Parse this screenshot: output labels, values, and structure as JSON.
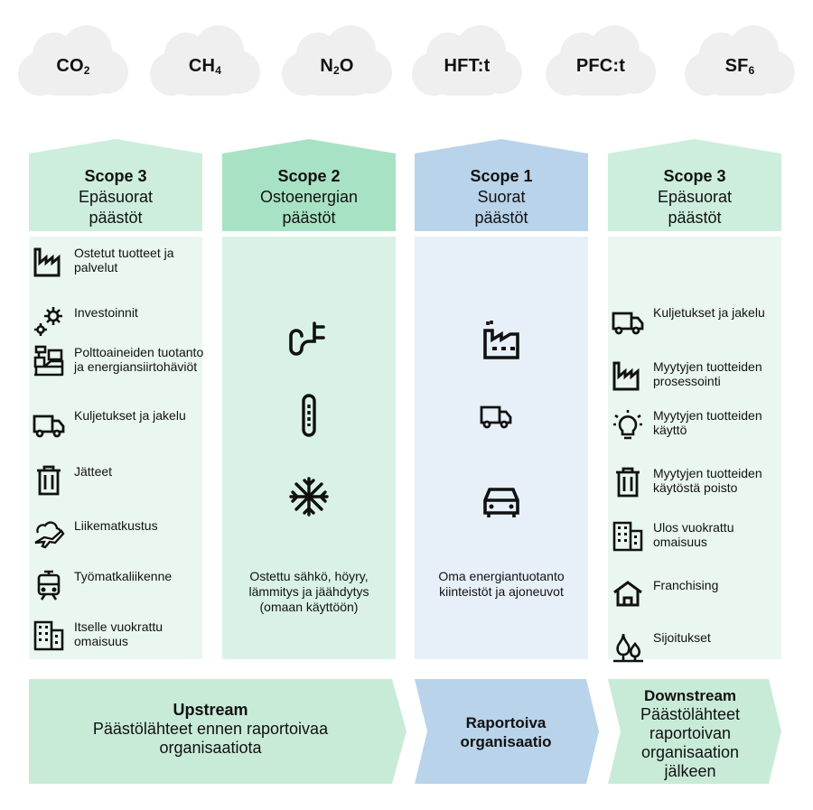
{
  "gases": [
    {
      "base": "CO",
      "sub": "2"
    },
    {
      "base": "CH",
      "sub": "4"
    },
    {
      "base": "N",
      "sub": "2",
      "tail": "O"
    },
    {
      "base": "HFT:t",
      "sub": ""
    },
    {
      "base": "PFC:t",
      "sub": ""
    },
    {
      "base": "SF",
      "sub": "6"
    }
  ],
  "columns": [
    {
      "scope": "Scope 3",
      "line1": "Epäsuorat",
      "line2": "päästöt",
      "head_color": "#cdeedd",
      "body_color": "#eaf7f0"
    },
    {
      "scope": "Scope 2",
      "line1": "Ostoenergian",
      "line2": "päästöt",
      "head_color": "#a8e2c4",
      "body_color": "#d9f2e5"
    },
    {
      "scope": "Scope 1",
      "line1": "Suorat",
      "line2": "päästöt",
      "head_color": "#b9d3ea",
      "body_color": "#e7f0f8"
    },
    {
      "scope": "Scope 3",
      "line1": "Epäsuorat",
      "line2": "päästöt",
      "head_color": "#cdeedd",
      "body_color": "#eaf7f0"
    }
  ],
  "upstream_items": [
    {
      "icon": "factory-icon",
      "label": "Ostetut tuotteet ja palvelut"
    },
    {
      "icon": "gears-icon",
      "label": "Investoinnit"
    },
    {
      "icon": "fuel-plant-icon",
      "label": "Polttoaineiden tuotanto ja energiansiirtohäviöt"
    },
    {
      "icon": "truck-icon",
      "label": "Kuljetukset ja jakelu"
    },
    {
      "icon": "trash-icon",
      "label": "Jätteet"
    },
    {
      "icon": "airplane-cloud-icon",
      "label": "Liikematkustus"
    },
    {
      "icon": "train-icon",
      "label": "Työmatkaliikenne"
    },
    {
      "icon": "building-icon",
      "label": "Itselle vuokrattu omaisuus"
    }
  ],
  "scope2": {
    "icons": [
      "plug-icon",
      "heater-icon",
      "snowflake-icon"
    ],
    "text": "Ostettu sähkö, höyry, lämmitys ja jäähdytys (omaan käyttöön)"
  },
  "scope1": {
    "icons": [
      "factory-smoke-icon",
      "truck-icon",
      "car-icon"
    ],
    "text": "Oma energiantuotanto kiinteistöt ja ajoneuvot"
  },
  "downstream_items": [
    {
      "icon": "truck-icon",
      "label": "Kuljetukset ja jakelu"
    },
    {
      "icon": "factory-icon",
      "label": "Myytyjen tuotteiden prosessointi"
    },
    {
      "icon": "lightbulb-icon",
      "label": "Myytyjen tuotteiden käyttö"
    },
    {
      "icon": "trash-icon",
      "label": "Myytyjen tuotteiden käytöstä poisto"
    },
    {
      "icon": "building-icon",
      "label": "Ulos vuokrattu omaisuus"
    },
    {
      "icon": "house-icon",
      "label": "Franchising"
    },
    {
      "icon": "trees-icon",
      "label": "Sijoitukset"
    }
  ],
  "flow": {
    "upstream": {
      "title": "Upstream",
      "text": "Päästölähteet ennen raportoivaa organisaatiota",
      "color": "#c8ebd8"
    },
    "reporting": {
      "title": "Raportoiva organisaatio",
      "color": "#b9d3ea"
    },
    "downstream": {
      "title": "Downstream",
      "text": "Päästölähteet raportoivan organisaation jälkeen",
      "color": "#c8ebd8"
    }
  },
  "colors": {
    "cloud": "#efefef",
    "ink": "#111111"
  }
}
